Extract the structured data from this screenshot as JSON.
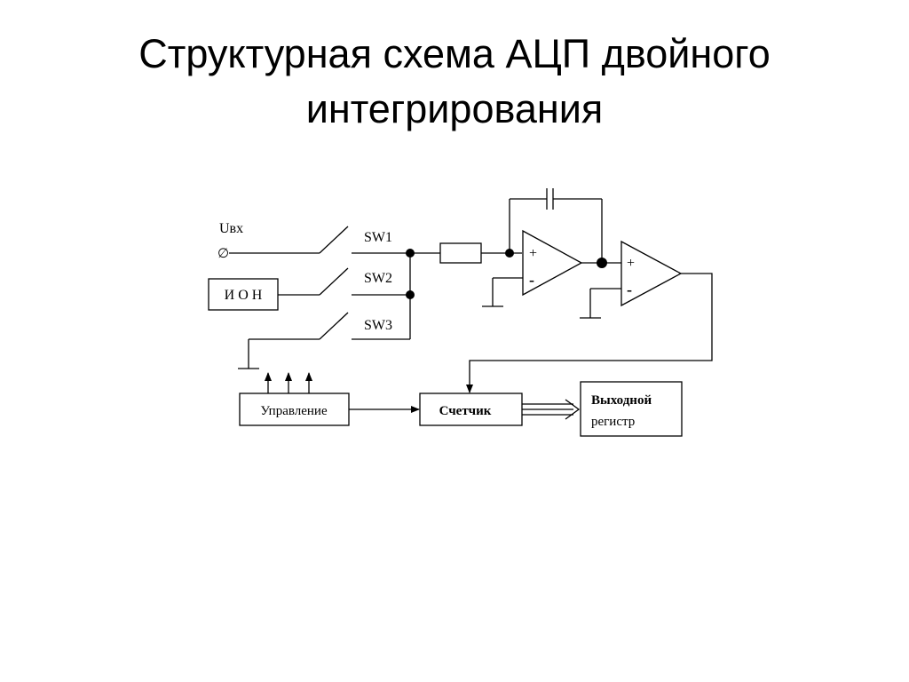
{
  "slide": {
    "title_line1": "Структурная схема АЦП двойного",
    "title_line2": "интегрирования"
  },
  "diagram": {
    "input_label": "Uвх",
    "input_terminal_symbol": "∅",
    "switch1_label": "SW1",
    "switch2_label": "SW2",
    "switch3_label": "SW3",
    "reference_block_label": "И О Н",
    "control_block_label": "Управление",
    "counter_block_label": "Счетчик",
    "output_register_line1": "Выходной",
    "output_register_line2": "регистр",
    "integrator_plus": "+",
    "integrator_minus": "-",
    "comparator_plus": "+",
    "comparator_minus": "-"
  }
}
